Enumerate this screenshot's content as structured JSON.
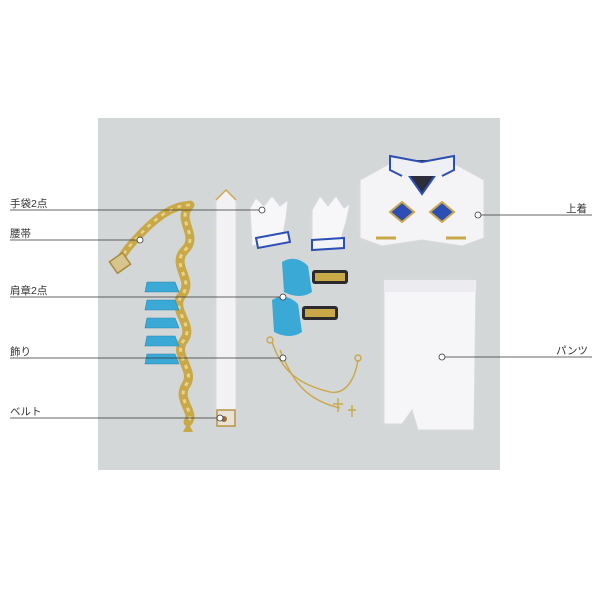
{
  "labels": {
    "gloves": "手袋2点",
    "sash": "腰帯",
    "epaulettes": "肩章2点",
    "ornament": "飾り",
    "belt": "ベルト",
    "jacket": "上着",
    "pants": "パンツ"
  },
  "colors": {
    "background": "#d4d7d7",
    "gold": "#c9a848",
    "tassel_blue": "#3aa9d6",
    "accent_blue": "#2d4fb5",
    "fabric_white": "#f4f4f6",
    "leader_line": "#333333"
  }
}
